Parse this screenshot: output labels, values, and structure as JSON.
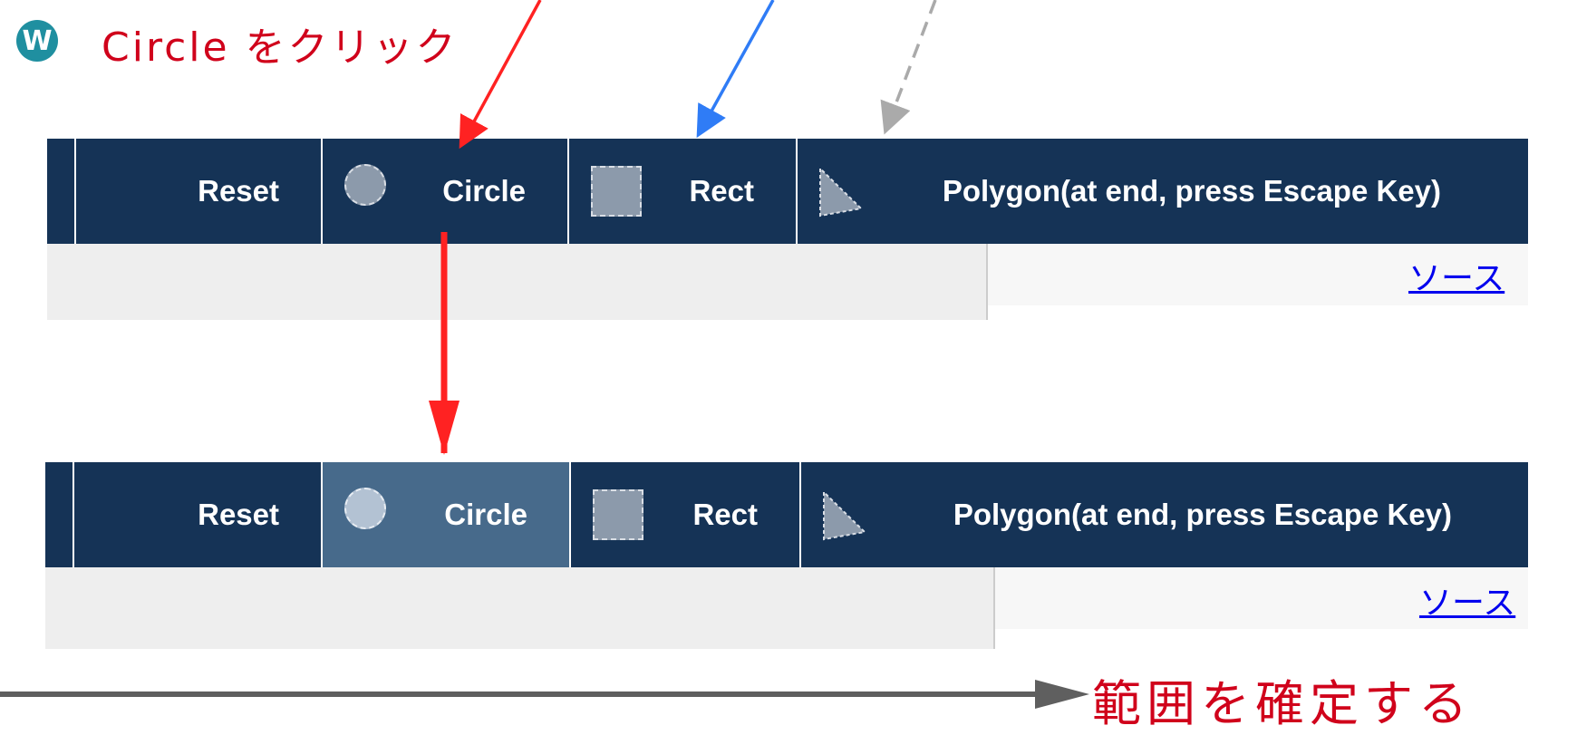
{
  "logo_letter": "W",
  "caption_top": "Circle をクリック",
  "caption_bottom": "範囲を確定する",
  "toolbar_before": {
    "buttons": [
      {
        "label": "Reset"
      },
      {
        "label": "Circle",
        "icon": "circle-shape-icon"
      },
      {
        "label": "Rect",
        "icon": "rect-shape-icon"
      },
      {
        "label": "Polygon(at end, press Escape Key)",
        "icon": "polygon-shape-icon"
      }
    ],
    "source_link": "ソース"
  },
  "toolbar_after": {
    "active_button": "Circle",
    "buttons": [
      {
        "label": "Reset"
      },
      {
        "label": "Circle",
        "icon": "circle-shape-icon"
      },
      {
        "label": "Rect",
        "icon": "rect-shape-icon"
      },
      {
        "label": "Polygon(at end, press Escape Key)",
        "icon": "polygon-shape-icon"
      }
    ],
    "source_link": "ソース"
  },
  "colors": {
    "toolbar_bg": "#153356",
    "active_bg": "#476a8b",
    "annotation_red": "#d0021b",
    "arrow_blue": "#2f7cf6",
    "arrow_gray": "#aaaaaa",
    "arrow_dark": "#5f5f5f"
  }
}
